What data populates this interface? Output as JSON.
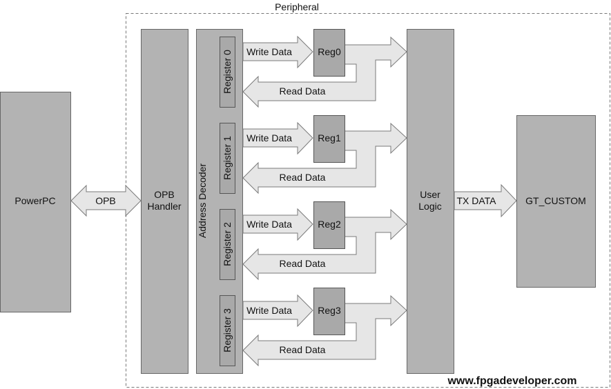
{
  "diagram": {
    "peripheral_label": "Peripheral",
    "powerpc_label": "PowerPC",
    "bus_label": "OPB",
    "opb_handler_lines": [
      "OPB",
      "Handler"
    ],
    "address_decoder_label": "Address Decoder",
    "user_logic_lines": [
      "User",
      "Logic"
    ],
    "tx_label": "TX DATA",
    "gt_custom_label": "GT_CUSTOM",
    "watermark": "www.fpgadeveloper.com",
    "channels": [
      {
        "register_label": "Register 0",
        "reg_label": "Reg0",
        "write_label": "Write Data",
        "read_label": "Read Data"
      },
      {
        "register_label": "Register 1",
        "reg_label": "Reg1",
        "write_label": "Write Data",
        "read_label": "Read Data"
      },
      {
        "register_label": "Register 2",
        "reg_label": "Reg2",
        "write_label": "Write Data",
        "read_label": "Read Data"
      },
      {
        "register_label": "Register 3",
        "reg_label": "Reg3",
        "write_label": "Write Data",
        "read_label": "Read Data"
      }
    ],
    "colors": {
      "block_fill": "#b3b3b3",
      "register_fill": "#a9a9a9",
      "arrow_fill": "#e6e6e6",
      "border": "#666666"
    }
  }
}
